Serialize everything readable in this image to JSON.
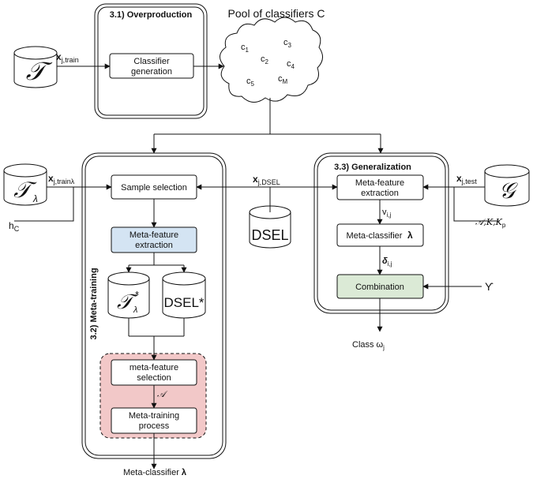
{
  "title_pool": "Pool of classifiers C",
  "classifiers": [
    {
      "base": "c",
      "sub": "1"
    },
    {
      "base": "c",
      "sub": "2"
    },
    {
      "base": "c",
      "sub": "3"
    },
    {
      "base": "c",
      "sub": "4"
    },
    {
      "base": "c",
      "sub": "5"
    },
    {
      "base": "c",
      "sub": "M"
    }
  ],
  "phases": {
    "overproduction": "3.1) Overproduction",
    "meta_training": "3.2) Meta-training",
    "generalization": "3.3) Generalization"
  },
  "boxes": {
    "classifier_generation_1": "Classifier",
    "classifier_generation_2": "generation",
    "sample_selection": "Sample selection",
    "mfe_train_1": "Meta-feature",
    "mfe_train_2": "extraction",
    "mf_selection_1": "meta-feature",
    "mf_selection_2": "selection",
    "meta_training_process_1": "Meta-training",
    "meta_training_process_2": "process",
    "mfe_gen_1": "Meta-feature",
    "mfe_gen_2": "extraction",
    "meta_classifier": "Meta-classifier",
    "lambda": "λ",
    "combination": "Combination"
  },
  "datasets": {
    "T": "𝒯",
    "T_lambda": "𝒯",
    "T_lambda_sub": "λ",
    "T_lambda_star": "𝒯",
    "T_lambda_star_sub": "λ",
    "T_lambda_star_sup": "*",
    "dsel": "DSEL",
    "dsel_star": "DSEL*",
    "G": "𝒢"
  },
  "arrow_labels": {
    "x_train": {
      "base": "x",
      "sub": "j,train"
    },
    "x_train_lambda": {
      "base": "x",
      "sub": "j,trainλ"
    },
    "x_dsel": {
      "base": "x",
      "sub": "j,DSEL"
    },
    "x_test": {
      "base": "x",
      "sub": "j,test"
    },
    "h_c": {
      "base": "h",
      "sub": "C"
    },
    "v_ij": {
      "base": "v",
      "sub": "i,j"
    },
    "delta_ij": {
      "base": "δ",
      "sub": "i,j"
    },
    "a_k_kp": "𝒜,K,K",
    "a_k_kp_sub": "p",
    "upsilon": "ϒ",
    "script_a": "𝒜"
  },
  "outputs": {
    "class_label": "Class ω",
    "class_sub": "j",
    "meta_classifier_out": "Meta-classifier",
    "meta_classifier_lambda": "λ"
  },
  "colors": {
    "mfe_fill": "#d4e4f3",
    "selection_region_fill": "#f2c8c8",
    "combination_fill": "#dbead6",
    "stroke": "#111111"
  }
}
